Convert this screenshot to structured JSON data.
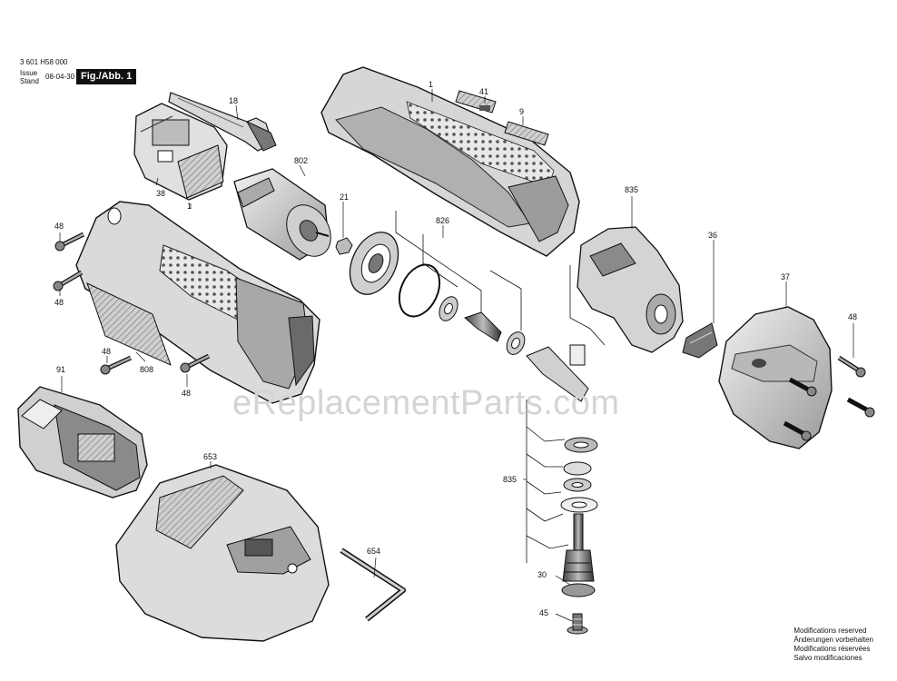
{
  "header": {
    "doc_number": "3 601 H58 000",
    "issue_label": "Issue",
    "stand_label": "Stand",
    "issue_date": "08-04-30",
    "figure_label": "Fig./Abb. 1"
  },
  "watermark": "eReplacementParts.com",
  "callouts": {
    "c18": "18",
    "c38": "38",
    "c802": "802",
    "c21": "21",
    "c1_top": "1",
    "c41": "41",
    "c9": "9",
    "c835_top": "835",
    "c826": "826",
    "c36": "36",
    "c37": "37",
    "c48_r": "48",
    "c1_left": "1",
    "c48_a": "48",
    "c48_b": "48",
    "c48_c": "48",
    "c48_d": "48",
    "c808": "808",
    "c91": "91",
    "c653": "653",
    "c654": "654",
    "c835_bot": "835",
    "c30": "30",
    "c45": "45"
  },
  "modifications": [
    "Modifications reserved",
    "Änderungen vorbehalten",
    "Modifications réservées",
    "Salvo modificaciones"
  ]
}
